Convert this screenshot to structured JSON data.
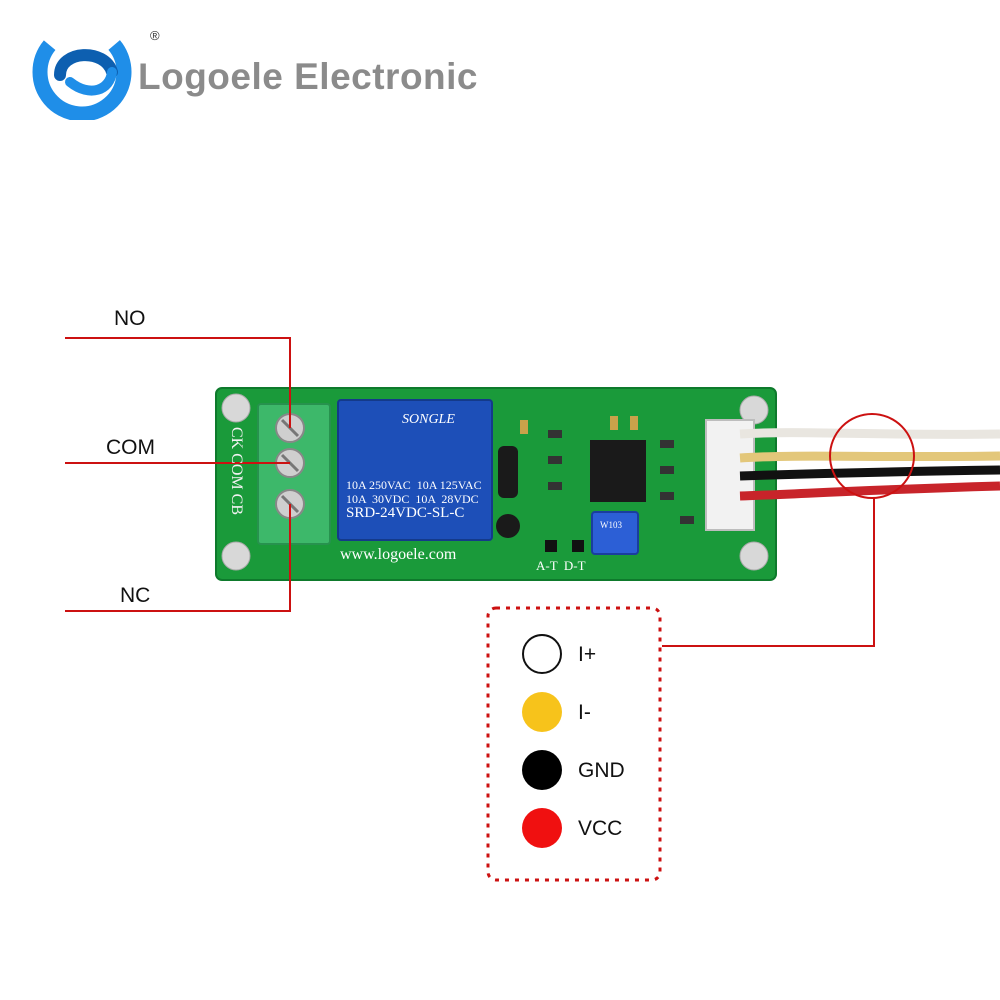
{
  "brand": {
    "name": "Logoele Electronic",
    "registered_mark": "®",
    "colors": {
      "logo_blue": "#1f8ee8",
      "logo_dark": "#0d5fb0",
      "name_gray": "#8b8b8b"
    }
  },
  "terminals": [
    {
      "label": "NO"
    },
    {
      "label": "COM"
    },
    {
      "label": "NC"
    }
  ],
  "board": {
    "silkscreen_terminals": "CK COM CB",
    "url": "www.logoele.com",
    "jumper_labels": "A-T  D-T",
    "relay": {
      "brand": "SONGLE",
      "line1": "10A 250VAC  10A 125VAC",
      "line2": "10A  30VDC  10A  28VDC",
      "model": "SRD-24VDC-SL-C"
    },
    "potentiometer": "W103"
  },
  "wires": [
    {
      "label": "I+",
      "color": "#ffffff"
    },
    {
      "label": "I-",
      "color": "#f7c31b"
    },
    {
      "label": "GND",
      "color": "#000000"
    },
    {
      "label": "VCC",
      "color": "#f01010"
    }
  ],
  "colors": {
    "annotation_red": "#cc1111",
    "pcb_green": "#1a9a3a"
  }
}
